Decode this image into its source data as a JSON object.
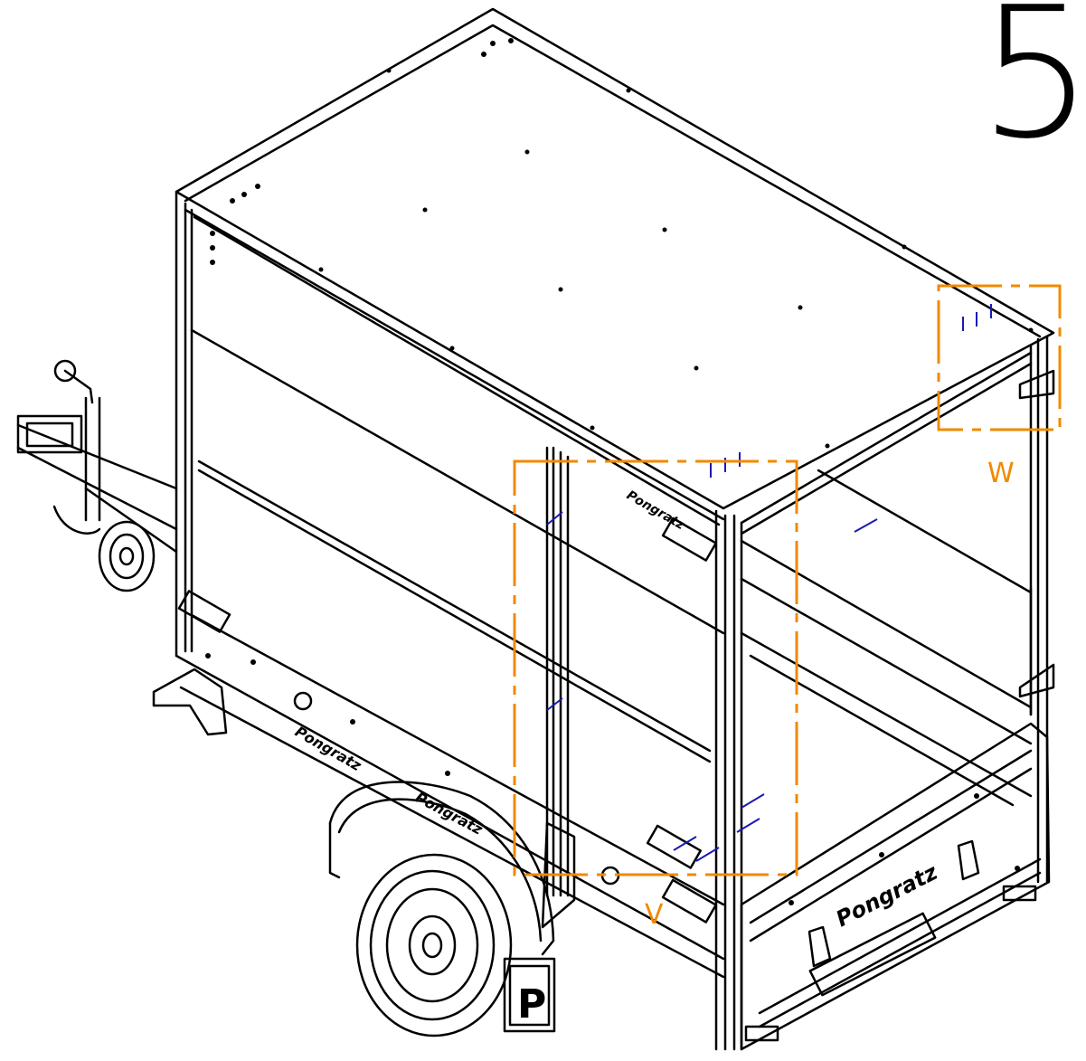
{
  "step": {
    "number": "5"
  },
  "callouts": [
    {
      "label": "V",
      "color": "#f08a00"
    },
    {
      "label": "W",
      "color": "#f08a00"
    }
  ],
  "branding": {
    "name": "Pongratz",
    "badge_letter": "P"
  },
  "colors": {
    "line": "#000000",
    "callout": "#f08a00",
    "fastener": "#1a1ab4",
    "background": "#ffffff"
  }
}
